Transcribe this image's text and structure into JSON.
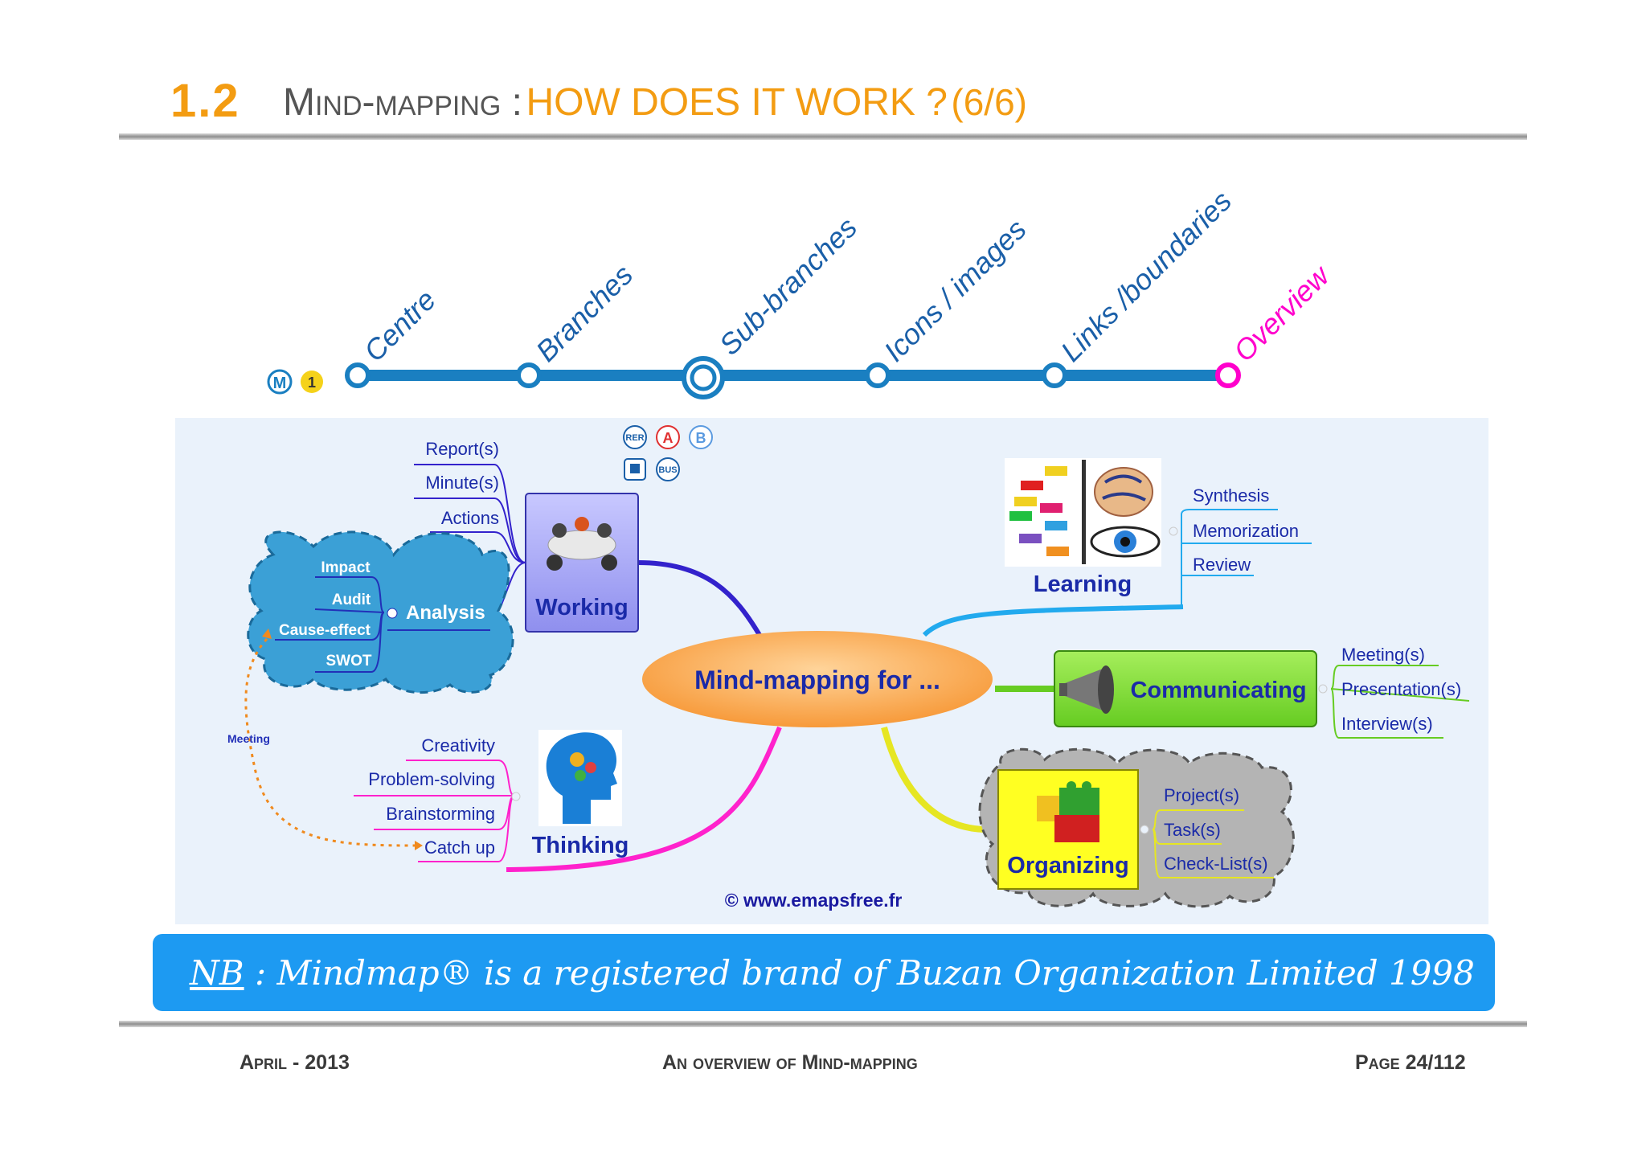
{
  "header": {
    "number": "1.2",
    "title_main": "Mind-mapping :",
    "title_highlight": "how does it work ?",
    "title_page": "(6/6)"
  },
  "timeline": {
    "badge_m": "M",
    "badge_line": "1",
    "stations": [
      "Centre",
      "Branches",
      "Sub-branches",
      "Icons / images",
      "Links /boundaries",
      "Overview"
    ],
    "colors": {
      "line": "#1a7fc1",
      "text": "#1a5fa8",
      "active_text": "#ff00cc"
    }
  },
  "mindmap": {
    "center": "Mind-mapping for ...",
    "working": {
      "label": "Working",
      "items": [
        "Report(s)",
        "Minute(s)",
        "Actions"
      ],
      "icons": [
        "RER",
        "A",
        "B",
        "BUS"
      ]
    },
    "analysis": {
      "label": "Analysis",
      "items": [
        "Impact",
        "Audit",
        "Cause-effect",
        "SWOT"
      ]
    },
    "link_label": "Meeting",
    "thinking": {
      "label": "Thinking",
      "items": [
        "Creativity",
        "Problem-solving",
        "Brainstorming",
        "Catch up"
      ]
    },
    "learning": {
      "label": "Learning",
      "items": [
        "Synthesis",
        "Memorization",
        "Review"
      ]
    },
    "communicating": {
      "label": "Communicating",
      "items": [
        "Meeting(s)",
        "Presentation(s)",
        "Interview(s)"
      ]
    },
    "organizing": {
      "label": "Organizing",
      "items": [
        "Project(s)",
        "Task(s)",
        "Check-List(s)"
      ]
    },
    "copyright": "© www.emapsfree.fr"
  },
  "note": {
    "prefix": "NB",
    "text": " : Mindmap® is a registered brand of Buzan Organization Limited 1998"
  },
  "footer": {
    "left": "April - 2013",
    "center": "An overview of Mind-mapping",
    "right": "Page 24/112"
  }
}
